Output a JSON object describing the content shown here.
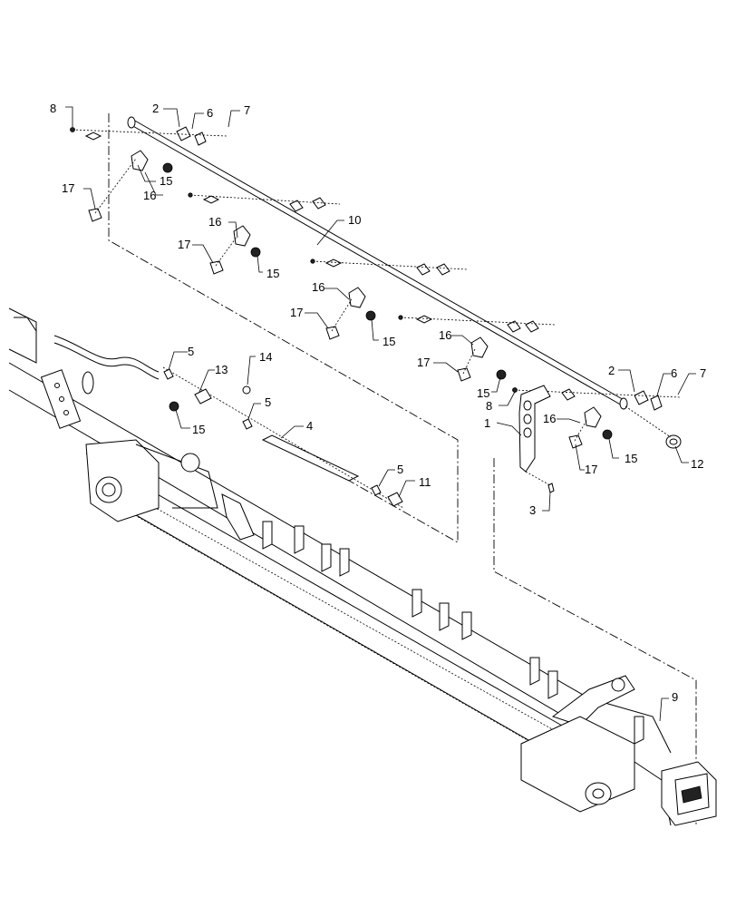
{
  "callouts": {
    "c1": "1",
    "c2a": "2",
    "c2b": "2",
    "c3": "3",
    "c4": "4",
    "c5a": "5",
    "c5b": "5",
    "c5c": "5",
    "c6a": "6",
    "c6b": "6",
    "c7a": "7",
    "c7b": "7",
    "c8a": "8",
    "c8b": "8",
    "c9": "9",
    "c10": "10",
    "c11": "11",
    "c12": "12",
    "c13": "13",
    "c14": "14",
    "c15a": "15",
    "c15b": "15",
    "c15c": "15",
    "c15d": "15",
    "c15e": "15",
    "c15f": "15",
    "c16a": "16",
    "c16b": "16",
    "c16c": "16",
    "c16d": "16",
    "c16e": "16",
    "c17a": "17",
    "c17b": "17",
    "c17c": "17",
    "c17d": "17",
    "c17e": "17"
  }
}
